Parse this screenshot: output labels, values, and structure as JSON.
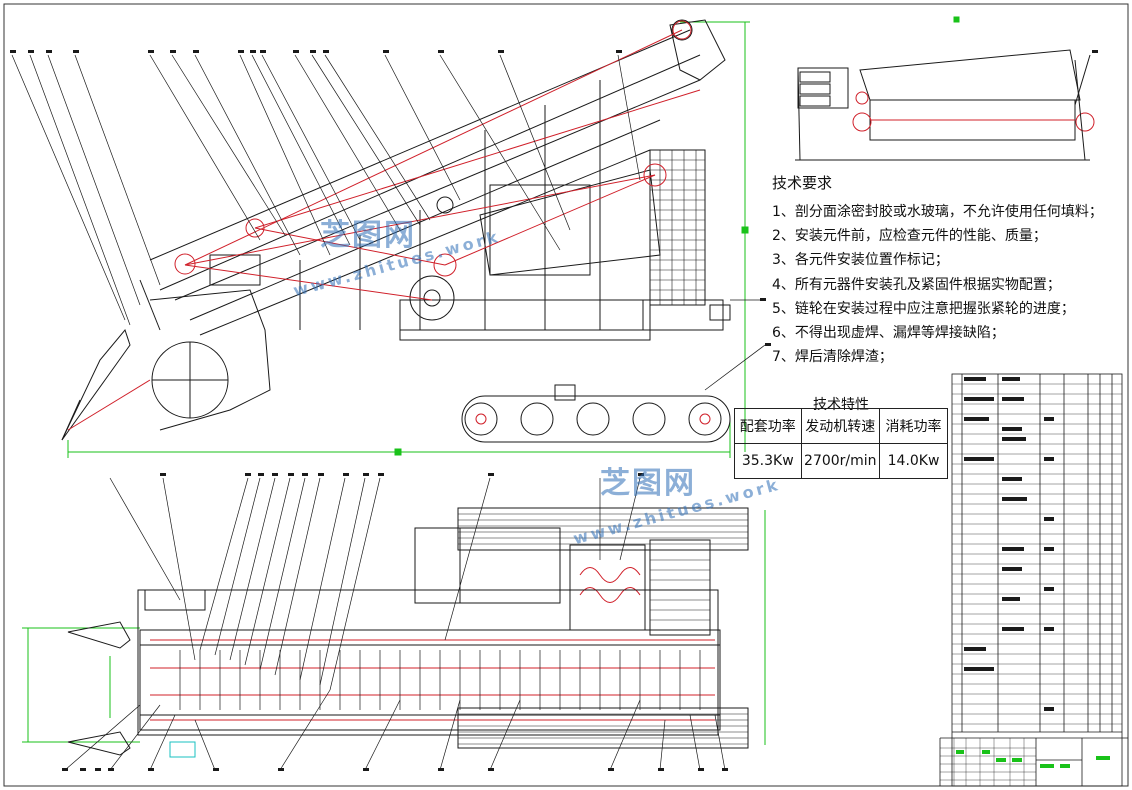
{
  "requirements": {
    "title": "技术要求",
    "items": [
      "1、剖分面涂密封胶或水玻璃，不允许使用任何填料；",
      "2、安装元件前，应检查元件的性能、质量；",
      "3、各元件安装位置作标记；",
      "4、所有元器件安装孔及紧固件根据实物配置；",
      "5、链轮在安装过程中应注意把握张紧轮的进度；",
      "6、不得出现虚焊、漏焊等焊接缺陷；",
      "7、焊后清除焊渣；"
    ]
  },
  "spec_table": {
    "caption": "技术特性",
    "headers": [
      "配套功率",
      "发动机转速",
      "消耗功率"
    ],
    "values": [
      "35.3Kw",
      "2700r/min",
      "14.0Kw"
    ]
  },
  "watermark": {
    "text": "芝图网",
    "url": "www.zhitues.work"
  },
  "colors": {
    "line": "#1a1a1a",
    "chain": "#d0202a",
    "dimension": "#19c219",
    "watermark": "#2f6fb7"
  }
}
